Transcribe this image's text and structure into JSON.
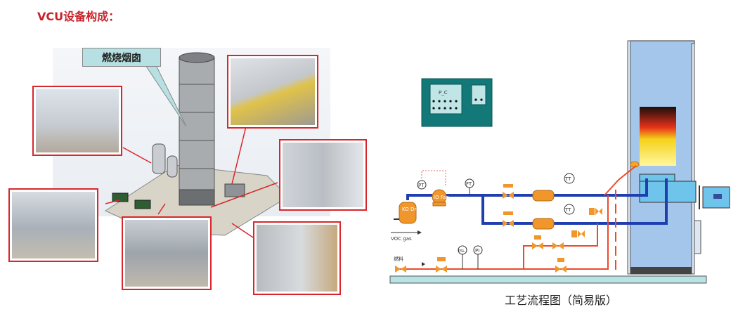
{
  "page_title": "VCU设备构成：",
  "equipment_figure": {
    "callout_label": "燃烧烟囱",
    "photos": [
      "knockout-drum-photo",
      "fan-photo",
      "burner-photo",
      "blower-pair-photo",
      "valve-train-photo",
      "control-cabinet-photo"
    ]
  },
  "flow_diagram": {
    "caption": "工艺流程图（简易版）",
    "control_panel_label": "P_C",
    "instruments": {
      "pt": "PT",
      "ft": "FT",
      "tt_1": "TT",
      "tt_2": "TT",
      "psl": "PSL",
      "pi": "PI"
    },
    "equipment": {
      "ko_drum": "KO Drum",
      "fan": "IO Fan"
    },
    "streams": {
      "voc_gas": "VOC gas",
      "fuel": "燃料"
    },
    "colors": {
      "gas_line": "#1f3fb0",
      "fuel_line": "#ee4a2a",
      "equipment": "#f0962a",
      "stack": "#a4c6ea",
      "panel": "#127878"
    }
  }
}
